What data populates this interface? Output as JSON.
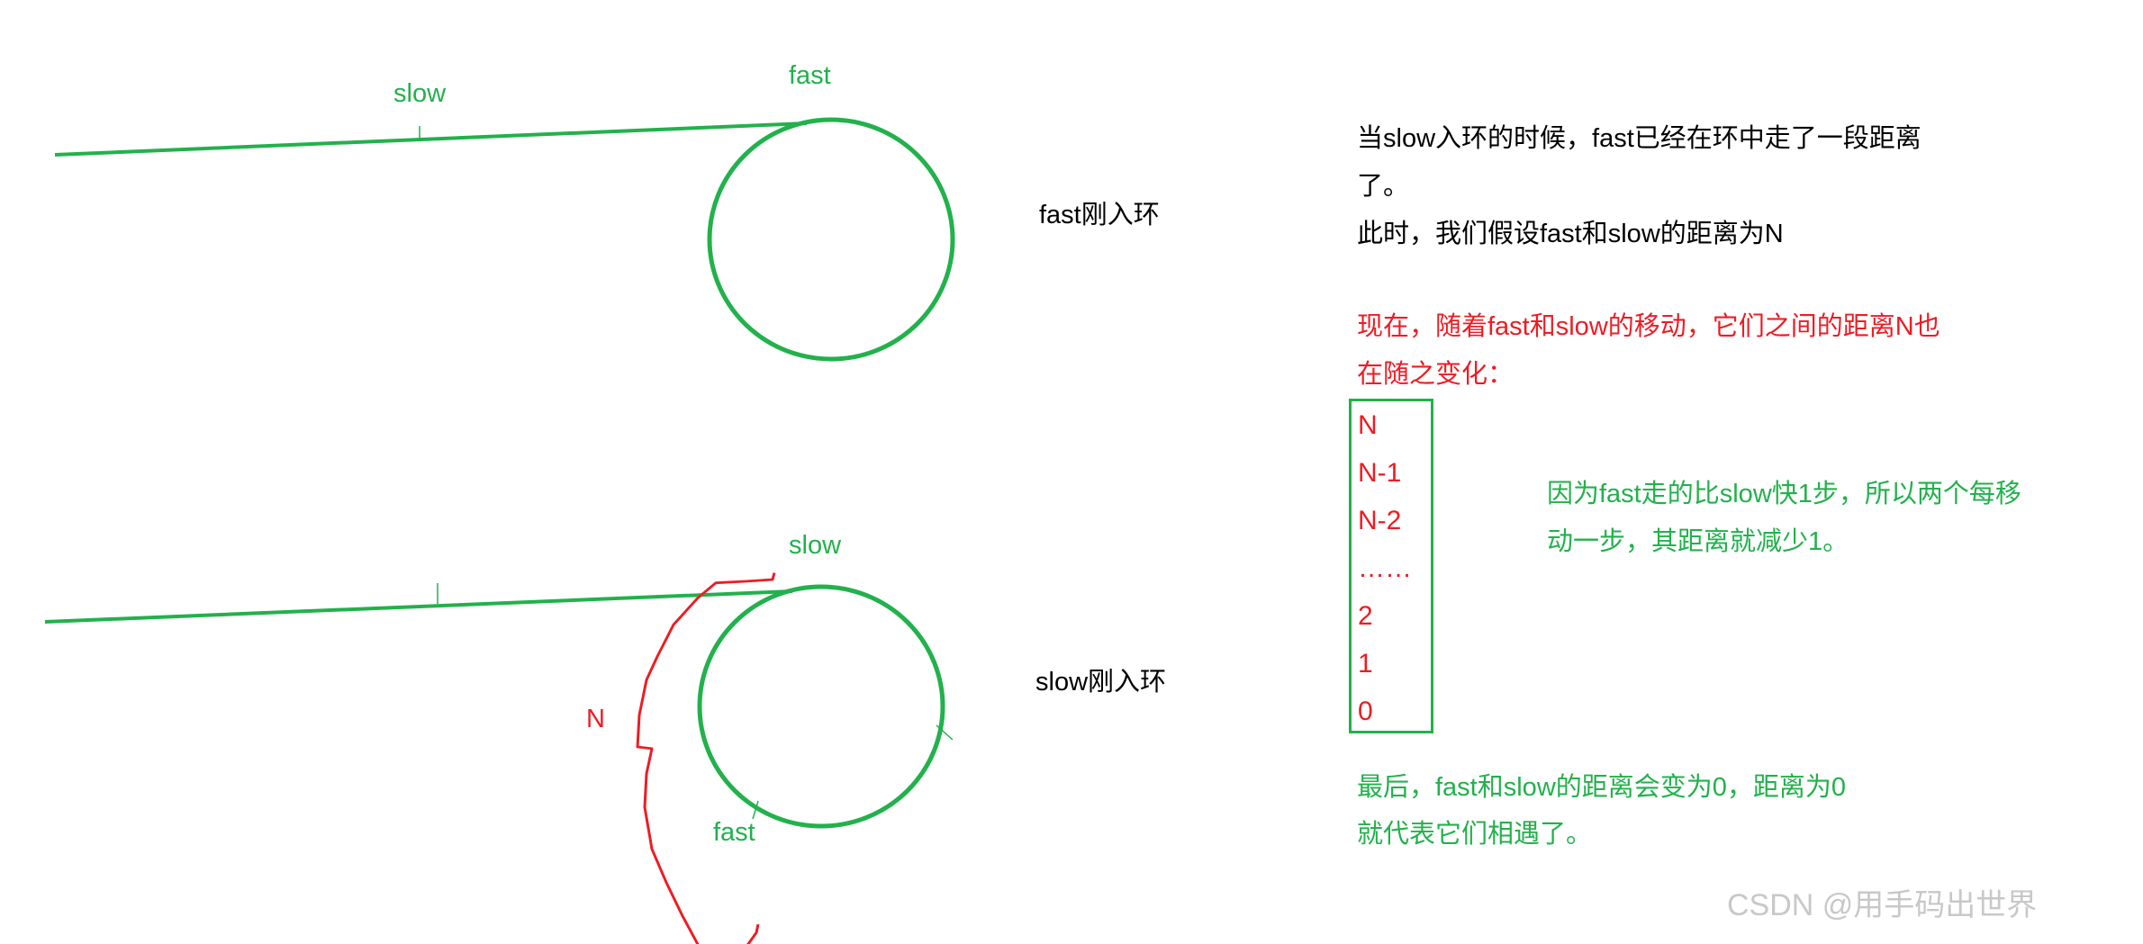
{
  "diagram1": {
    "slow_label": "slow",
    "fast_label": "fast",
    "caption": "fast刚入环"
  },
  "diagram2": {
    "slow_label": "slow",
    "fast_label": "fast",
    "distance_label": "N",
    "caption": "slow刚入环"
  },
  "explanation": {
    "line1": "当slow入环的时候，fast已经在环中走了一段距离",
    "line2": "了。",
    "line3": "此时，我们假设fast和slow的距离为N",
    "red_line1": "现在，随着fast和slow的移动，它们之间的距离N也",
    "red_line2": "在随之变化：",
    "sequence": [
      "N",
      "N-1",
      "N-2",
      "……",
      "2",
      "1",
      "0"
    ],
    "reason_line1": "因为fast走的比slow快1步，所以两个每移",
    "reason_line2": "动一步，其距离就减少1。",
    "conclusion_line1": "最后，fast和slow的距离会变为0，距离为0",
    "conclusion_line2": "就代表它们相遇了。"
  },
  "watermark": "CSDN @用手码出世界",
  "colors": {
    "green": "#22b14c",
    "red": "#ed1c24",
    "text": "#000000"
  }
}
